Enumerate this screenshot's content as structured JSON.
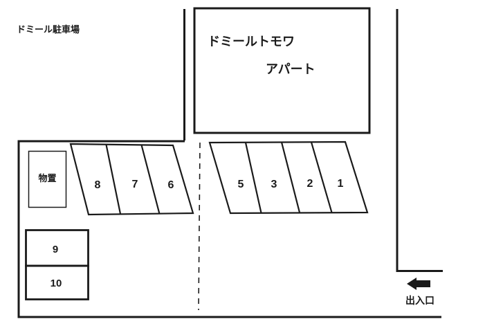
{
  "colors": {
    "ink": "#1a1a1a",
    "background": "#ffffff"
  },
  "diagram": {
    "site_label": "ドミール駐車場",
    "building": {
      "name_line1": "ドミールトモワ",
      "name_line2": "アパート"
    },
    "storage_label": "物置",
    "entrance": {
      "label": "出入口",
      "arrow": "arrow-left-icon"
    },
    "spaces": {
      "upper_left_row": [
        "8",
        "7",
        "6"
      ],
      "upper_right_row": [
        "5",
        "3",
        "2",
        "1"
      ],
      "lower_column": [
        "9",
        "10"
      ]
    }
  }
}
